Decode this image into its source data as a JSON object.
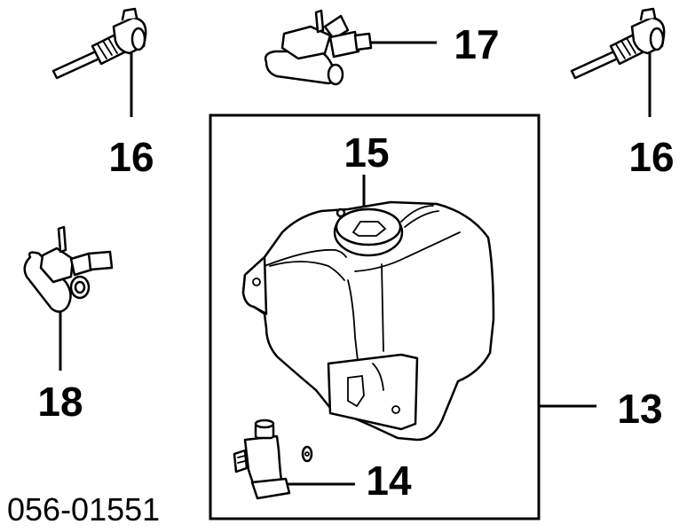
{
  "diagram": {
    "drawing_code": "056-01551",
    "callouts": [
      {
        "id": "label-13",
        "text": "13"
      },
      {
        "id": "label-14",
        "text": "14"
      },
      {
        "id": "label-15",
        "text": "15"
      },
      {
        "id": "label-16-left",
        "text": "16"
      },
      {
        "id": "label-16-right",
        "text": "16"
      },
      {
        "id": "label-17",
        "text": "17"
      },
      {
        "id": "label-18",
        "text": "18"
      }
    ]
  }
}
